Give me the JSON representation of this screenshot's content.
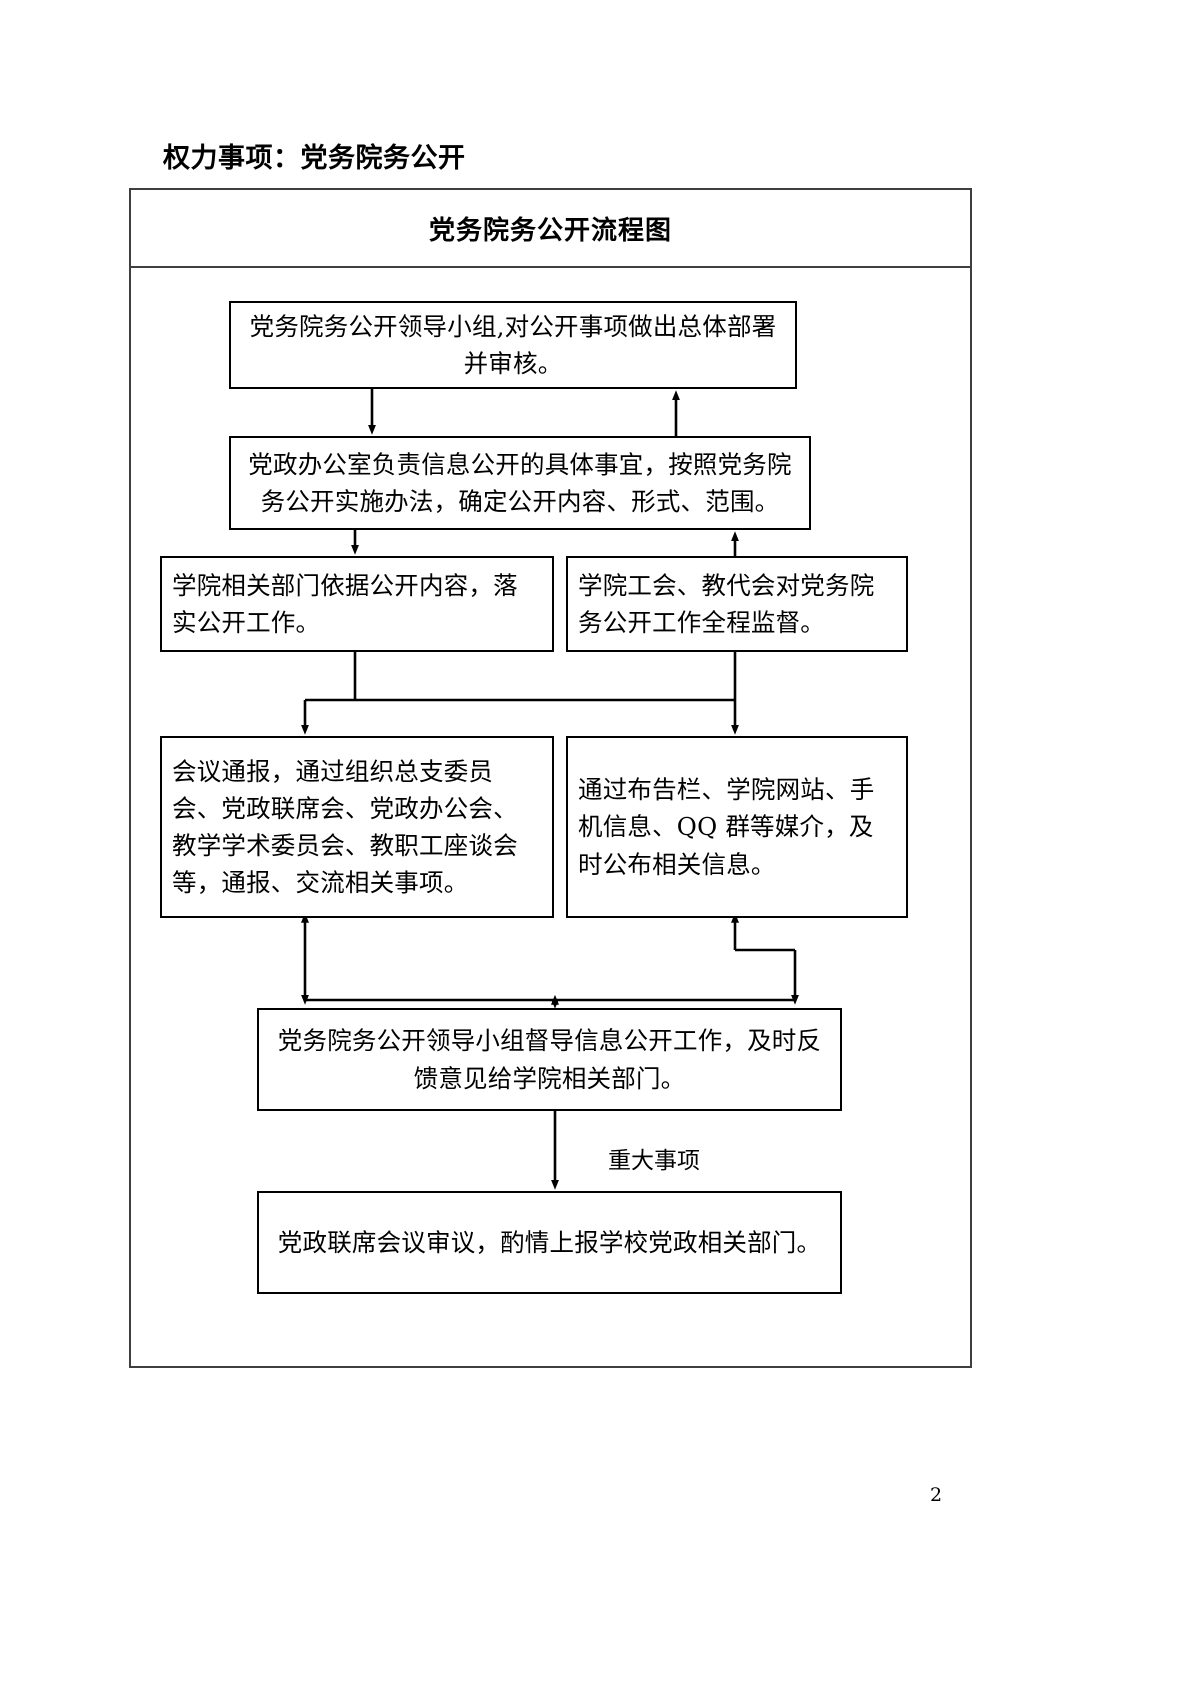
{
  "document": {
    "heading": "权力事项：党务院务公开",
    "page_number": "2"
  },
  "flowchart": {
    "title": "党务院务公开流程图",
    "nodes": [
      {
        "id": "leadgroup",
        "text": "党务院务公开领导小组,对公开事项做出总体部署并审核。"
      },
      {
        "id": "office",
        "text": "党政办公室负责信息公开的具体事宜，按照党务院务公开实施办法，确定公开内容、形式、范围。"
      },
      {
        "id": "depts",
        "text": "学院相关部门依据公开内容，落实公开工作。"
      },
      {
        "id": "union",
        "text": "学院工会、教代会对党务院务公开工作全程监督。"
      },
      {
        "id": "meeting",
        "text": "会议通报，通过组织总支委员会、党政联席会、党政办公会、教学学术委员会、教职工座谈会等，通报、交流相关事项。"
      },
      {
        "id": "channels",
        "text": "通过布告栏、学院网站、手机信息、QQ 群等媒介，及时公布相关信息。"
      },
      {
        "id": "supervise",
        "text": "党务院务公开领导小组督导信息公开工作，及时反馈意见给学院相关部门。"
      },
      {
        "id": "joint",
        "text": "党政联席会议审议，酌情上报学校党政相关部门。"
      }
    ],
    "edge_labels": [
      {
        "id": "major-matter",
        "text": "重大事项"
      }
    ]
  },
  "colors": {
    "ink": "#000000",
    "frame_border": "#3f3f3f",
    "background": "#ffffff"
  }
}
